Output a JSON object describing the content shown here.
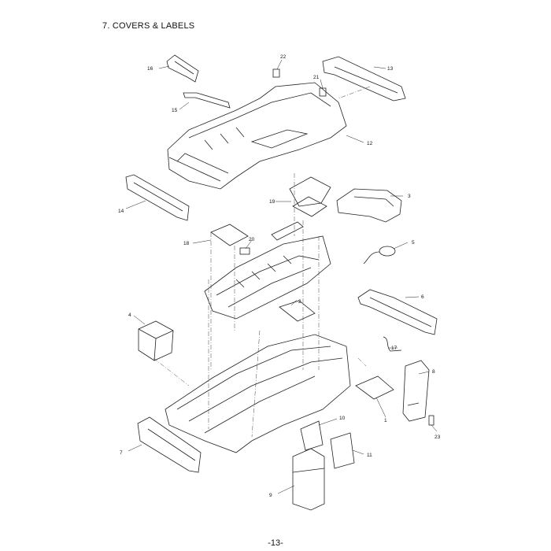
{
  "section_title": "7. COVERS & LABELS",
  "page_number": "-13-",
  "callouts": {
    "p1": "1",
    "p2": "2",
    "p3": "3",
    "p4": "4",
    "p5": "5",
    "p6": "6",
    "p7": "7",
    "p8": "8",
    "p9": "9",
    "p10": "10",
    "p11": "11",
    "p12": "12",
    "p13": "13",
    "p14": "14",
    "p15": "15",
    "p16": "16",
    "p17": "17",
    "p18": "18",
    "p19": "19",
    "p20": "20",
    "p21": "21",
    "p22": "22",
    "p23": "23"
  }
}
